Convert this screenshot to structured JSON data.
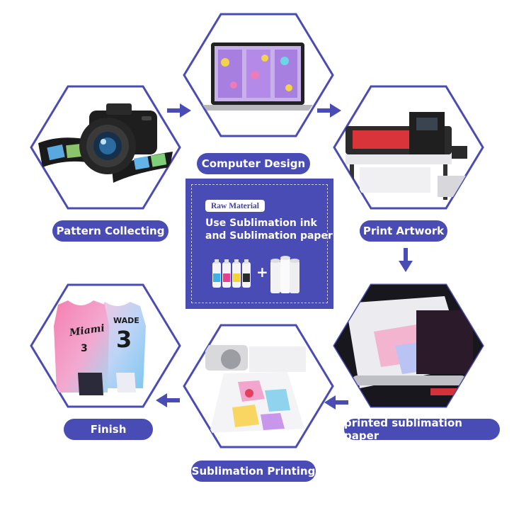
{
  "steps": {
    "pattern_collecting": "Pattern Collecting",
    "computer_design": "Computer Design",
    "print_artwork": "Print  Artwork",
    "printed_paper": "printed sublimation paper",
    "sublimation_printing": "Sublimation Printing",
    "finish": "Finish"
  },
  "center": {
    "tag": "Raw Material",
    "line1": "Use Sublimation ink",
    "line2": "and Sublimation paper",
    "plus": "+"
  },
  "jersey": {
    "team": "Miami",
    "number": "3",
    "name": "WADE"
  },
  "colors": {
    "accent": "#4a4cb5",
    "hex_border": "#4a4cb5"
  }
}
